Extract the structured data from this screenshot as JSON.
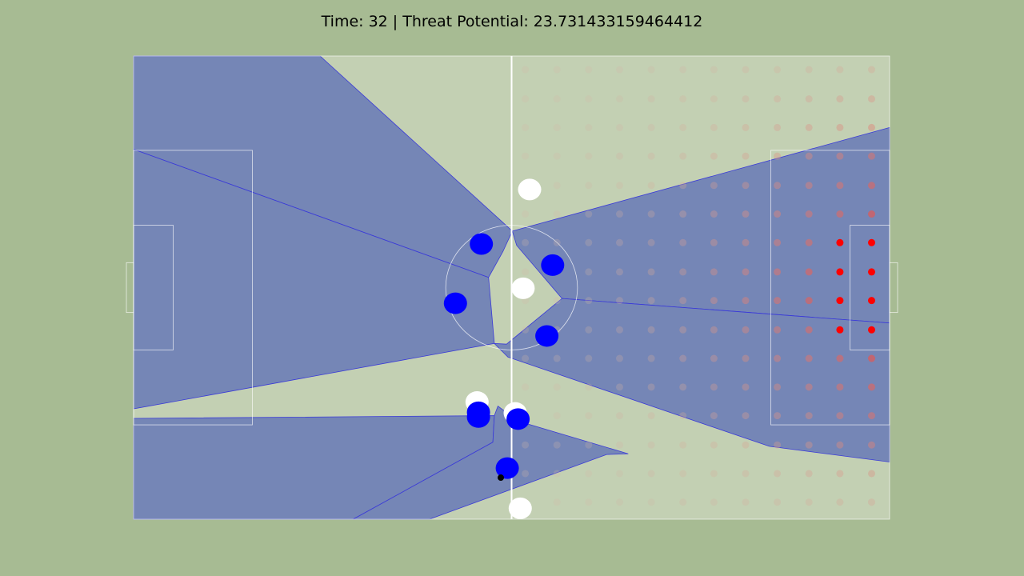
{
  "title": "Time: 32 | Threat Potential: 23.731433159464412",
  "colors": {
    "background": "#a7bb93",
    "pitch_fill": "#c3d0b3",
    "lines": "#ffffff",
    "control_region": "#6f7fb6",
    "control_edge": "#3a3ad8",
    "team_blue": "#0000ff",
    "team_white": "#ffffff",
    "ball": "#000000",
    "threat_low": "#d2b8a8",
    "threat_high": "#ff0000"
  },
  "chart_data": {
    "type": "scatter",
    "description_source": "football pitch control / threat map",
    "pitch": {
      "length": 105,
      "width": 68
    },
    "blue_players": [
      [
        48.3,
        40.4
      ],
      [
        58.2,
        37.3
      ],
      [
        44.7,
        31.7
      ],
      [
        57.4,
        26.9
      ],
      [
        47.9,
        15.7
      ],
      [
        47.9,
        15.0
      ],
      [
        53.4,
        14.7
      ],
      [
        51.9,
        7.5
      ]
    ],
    "white_players": [
      [
        55.0,
        48.4
      ],
      [
        54.1,
        33.9
      ],
      [
        47.7,
        17.2
      ],
      [
        53.0,
        15.6
      ],
      [
        53.7,
        1.6
      ]
    ],
    "ball": [
      51.0,
      6.1
    ],
    "control_regions": [
      [
        [
          0,
          68
        ],
        [
          25.9,
          68
        ],
        [
          52.6,
          42.3
        ],
        [
          51.3,
          39.3
        ],
        [
          49.3,
          35.5
        ],
        [
          0,
          54.3
        ]
      ],
      [
        [
          0,
          54.3
        ],
        [
          49.3,
          35.5
        ],
        [
          50.1,
          25.8
        ],
        [
          0,
          16.2
        ]
      ],
      [
        [
          52.6,
          42.3
        ],
        [
          105,
          57.5
        ],
        [
          105,
          28.8
        ],
        [
          59.5,
          32.4
        ],
        [
          53.2,
          40.2
        ]
      ],
      [
        [
          59.5,
          32.4
        ],
        [
          105,
          28.8
        ],
        [
          105,
          8.4
        ],
        [
          88.3,
          10.7
        ],
        [
          52.0,
          23.8
        ],
        [
          50.1,
          25.8
        ],
        [
          51.8,
          25.7
        ]
      ],
      [
        [
          0,
          14.8
        ],
        [
          50.1,
          15.2
        ],
        [
          49.9,
          11.3
        ],
        [
          30.5,
          0
        ],
        [
          0,
          0
        ]
      ],
      [
        [
          30.5,
          0
        ],
        [
          41.1,
          0
        ],
        [
          65.7,
          9.5
        ],
        [
          68.7,
          9.6
        ],
        [
          53.4,
          14.4
        ],
        [
          50.6,
          16.6
        ],
        [
          50.1,
          15.2
        ],
        [
          49.9,
          11.3
        ]
      ]
    ],
    "threat_grid": {
      "x": [
        54.4,
        58.8,
        63.2,
        67.5,
        71.9,
        76.3,
        80.6,
        85.0,
        89.4,
        93.8,
        98.1,
        102.5
      ],
      "y": [
        66.0,
        61.7,
        57.5,
        53.3,
        49.0,
        44.8,
        40.6,
        36.3,
        32.1,
        27.8,
        23.6,
        19.4,
        15.2,
        10.9,
        6.7,
        2.5
      ],
      "max_cells": [
        [
          10,
          6
        ],
        [
          11,
          6
        ],
        [
          10,
          7
        ],
        [
          11,
          7
        ],
        [
          10,
          8
        ],
        [
          11,
          8
        ],
        [
          10,
          9
        ],
        [
          11,
          9
        ]
      ]
    }
  }
}
